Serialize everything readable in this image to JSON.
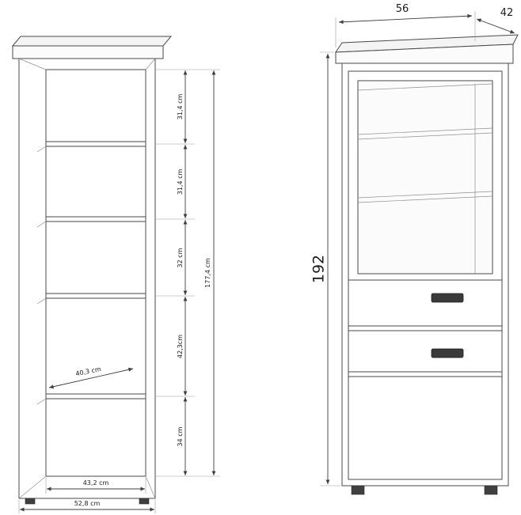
{
  "left_view": {
    "segments": [
      "31,4 cm",
      "31,4 cm",
      "32 cm",
      "42,3cm",
      "34 cm"
    ],
    "total_height": "177,4 cm",
    "shelf_depth": "40,3 cm",
    "inner_width": "43,2 cm",
    "outer_width": "52,8 cm"
  },
  "right_view": {
    "width": "56",
    "depth": "42",
    "height": "192"
  },
  "colors": {
    "line": "#4a4a4a",
    "dimension": "#3f3f3f",
    "text": "#1c1c1c",
    "handle": "#3a3a3a"
  }
}
